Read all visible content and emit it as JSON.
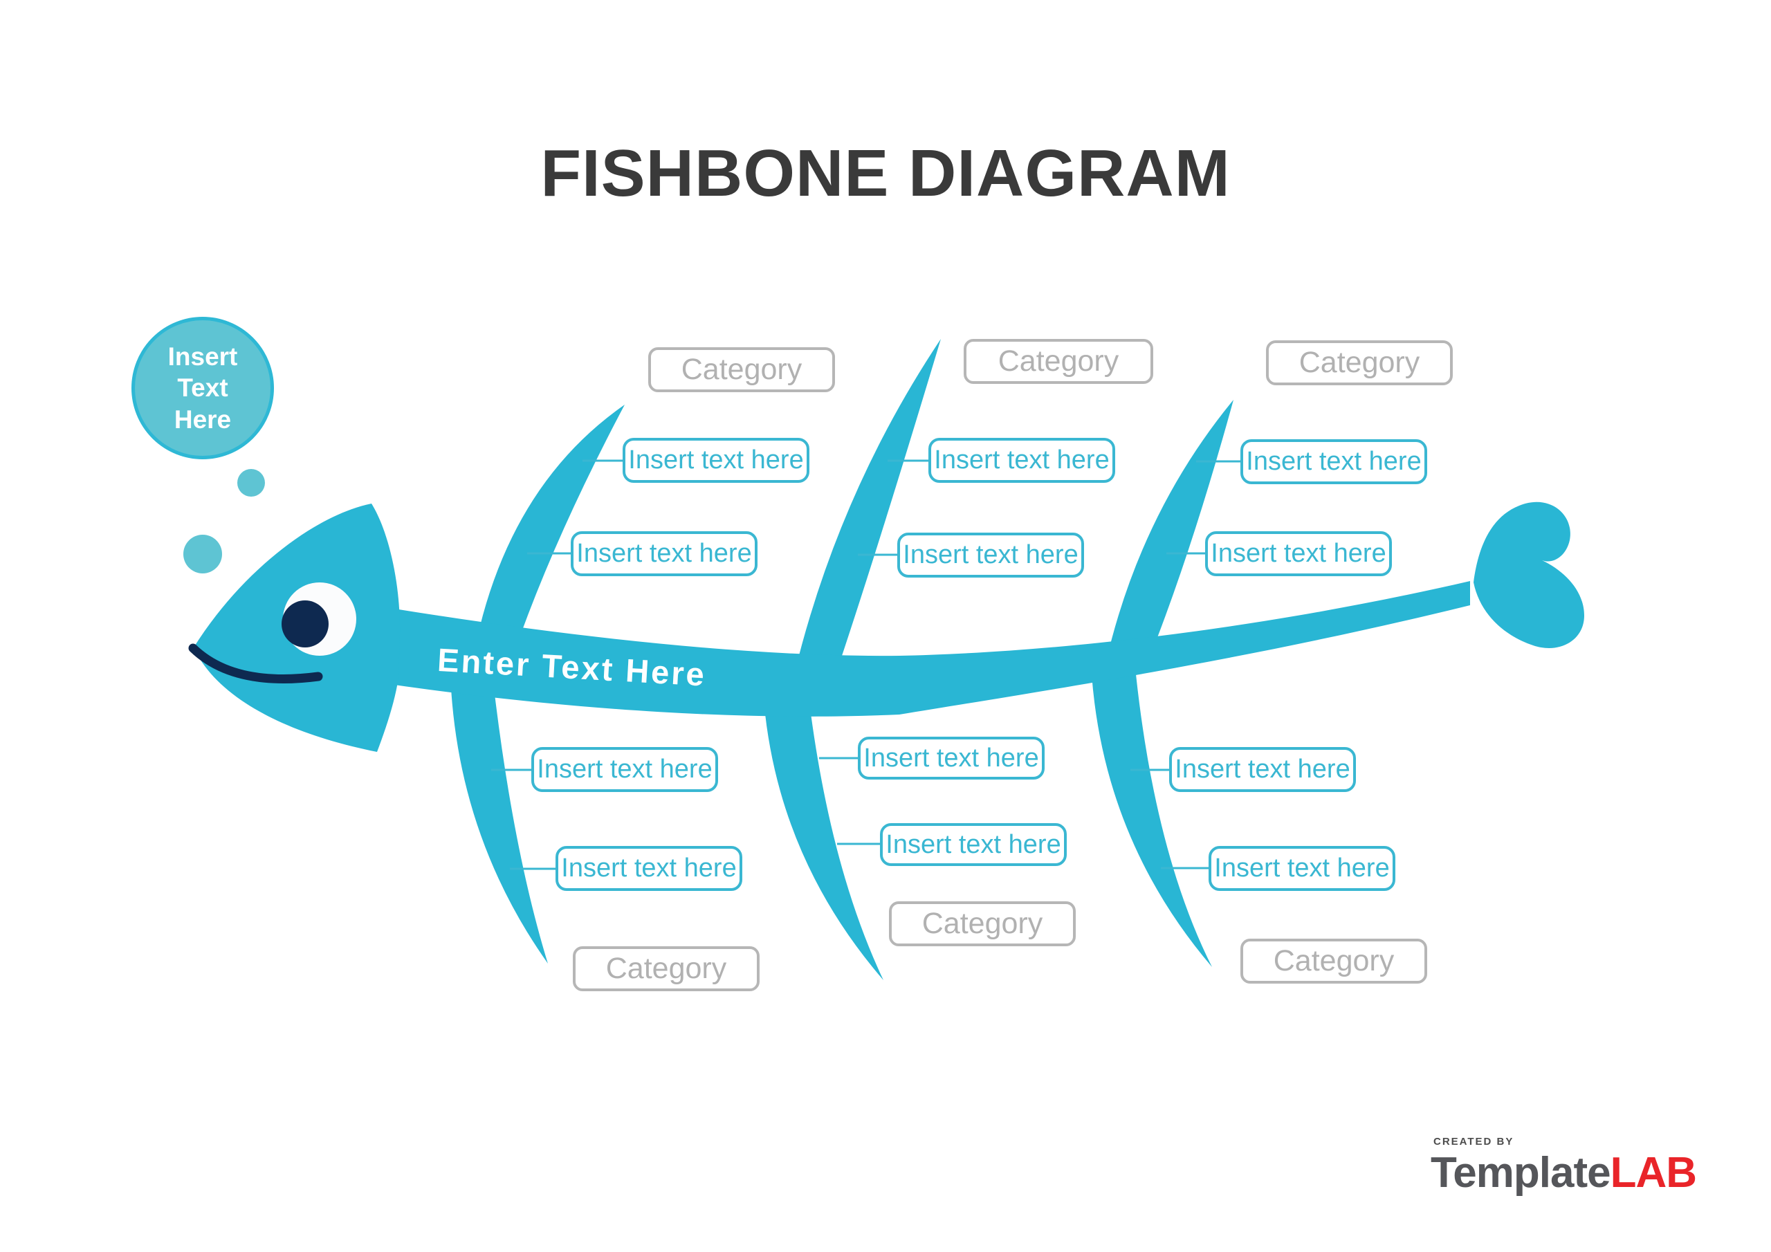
{
  "title": "FISHBONE DIAGRAM",
  "head_bubble": {
    "label": "Insert\nText\nHere"
  },
  "spine": {
    "label": "Enter Text Here"
  },
  "top_branches": [
    {
      "category": "Category",
      "items": [
        "Insert text here",
        "Insert text here"
      ]
    },
    {
      "category": "Category",
      "items": [
        "Insert text here",
        "Insert text here"
      ]
    },
    {
      "category": "Category",
      "items": [
        "Insert text here",
        "Insert text here"
      ]
    }
  ],
  "bottom_branches": [
    {
      "category": "Category",
      "items": [
        "Insert text here",
        "Insert text here"
      ]
    },
    {
      "category": "Category",
      "items": [
        "Insert text here",
        "Insert text here"
      ]
    },
    {
      "category": "Category",
      "items": [
        "Insert text here",
        "Insert text here"
      ]
    }
  ],
  "footer": {
    "created_by": "CREATED BY",
    "brand_template": "Template",
    "brand_lab": "LAB"
  },
  "icons": {
    "fish_head": "fish-head-icon",
    "fish_eye": "fish-eye-icon",
    "fish_smile": "fish-smile-icon",
    "fish_spine": "fish-spine-icon",
    "fish_tail": "heart-tail-icon",
    "bubbles": "thought-bubble-icon"
  },
  "colors": {
    "cyan": "#29b6d4",
    "bubble_fill": "#5ec4d3",
    "bubble_border": "#2eb8d5",
    "box_teal": "#3ab7d2",
    "category_gray": "#b6b6b6",
    "category_text": "#b1b1b1",
    "navy": "#0e2950",
    "title": "#3a3a3a",
    "brand_gray": "#55565a",
    "brand_red": "#e92429"
  }
}
